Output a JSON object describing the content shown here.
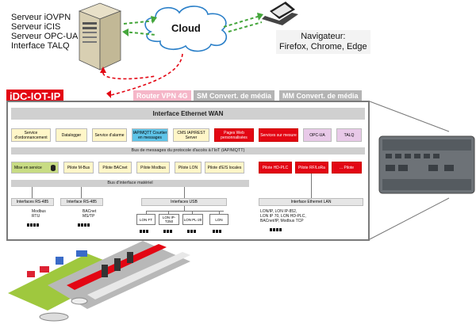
{
  "server_labels": [
    "Serveur iOVPN",
    "Serveur iCIS",
    "Serveur OPC-UA",
    "Interface TALQ"
  ],
  "cloud_label": "Cloud",
  "browser": {
    "line1": "Navigateur:",
    "line2": "Firefox, Chrome, Edge"
  },
  "product_title": "iDC-IOT-IP",
  "tabs": [
    "Router VPN 4G",
    "SM Convert. de média",
    "MM Convert. de média"
  ],
  "wan_label": "Interface Ethernet WAN",
  "top_modules": [
    {
      "label": "Service d'ordonnancement",
      "color": "y"
    },
    {
      "label": "Datalogger",
      "color": "y"
    },
    {
      "label": "Service d'alarme",
      "color": "y"
    },
    {
      "label": "IAP/MQTT Courtier en messages",
      "color": "b"
    },
    {
      "label": "CMS IAP/REST Server",
      "color": "y"
    },
    {
      "label": "Pages Web personnalisées",
      "color": "r"
    },
    {
      "label": "Services sur mesure",
      "color": "r"
    },
    {
      "label": "OPC-UA",
      "color": "p"
    },
    {
      "label": "TALQ",
      "color": "p"
    }
  ],
  "bus_messages": "Bus de messages du protocole d'accès à l'IoT (IAP/MQTT)",
  "pilot_modules": [
    {
      "label": "Mise en service",
      "color": "g"
    },
    {
      "label": "Pilote M-Bus",
      "color": "y"
    },
    {
      "label": "Pilote BACnet",
      "color": "y"
    },
    {
      "label": "Pilote Modbus",
      "color": "y"
    },
    {
      "label": "Pilote LON",
      "color": "y"
    },
    {
      "label": "Pilote d'E/S locales",
      "color": "y"
    }
  ],
  "pilot_red": [
    "Pilote HD-PLC",
    "Pilote RF/LoRa",
    "... Pilote"
  ],
  "bus_material": "Bus d'interface matériel",
  "interfaces": [
    "Interfaces RS-485",
    "Interface RS-485",
    "Interfaces USB",
    "Interface Ethernet LAN"
  ],
  "rs485_1_text": [
    "Modbus",
    "RTU"
  ],
  "rs485_2_text": [
    "BACnet",
    "MS/TP"
  ],
  "lon_boxes": [
    "LON FT",
    "LON IP-T250",
    "LON PL-20",
    "LON"
  ],
  "lan_text": [
    "LON/IP, LON IP-852,",
    "LON IP 70, LON HD-PLC,",
    "BACnet/IP, Modbus TCP"
  ],
  "colors": {
    "red": "#e30613",
    "grey_frame": "#7a7a7a",
    "pink_tab": "#f5b6c8",
    "grey_tab": "#b4b4b4",
    "blue": "#5fc4e8"
  }
}
